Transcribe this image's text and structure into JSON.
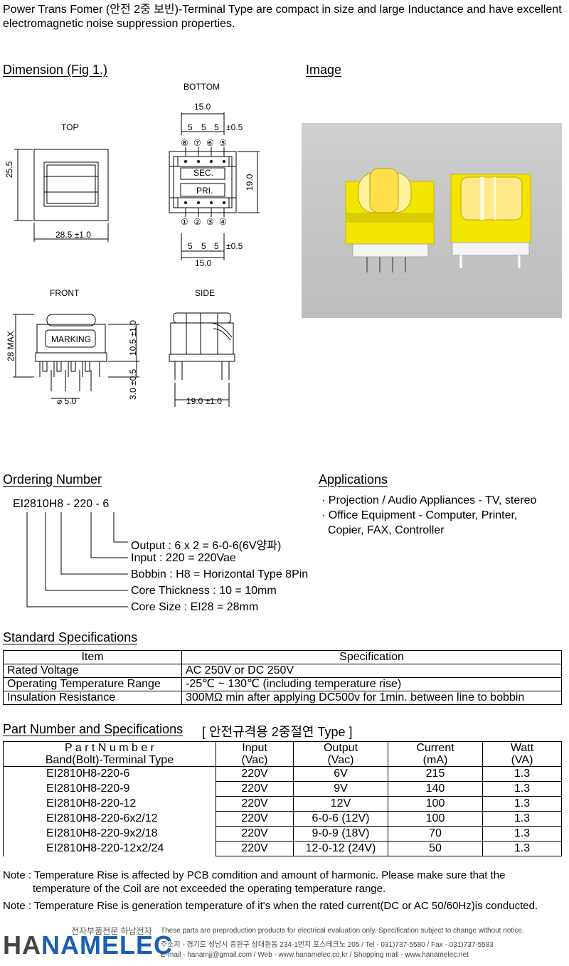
{
  "intro": "Power Trans Fomer (안전 2중 보빈)-Terminal Type are compact in size and large Inductance and have excellent electromagnetic noise suppression properties.",
  "dimension": {
    "title": "Dimension (Fig 1.)",
    "views": {
      "top": "TOP",
      "bottom": "BOTTOM",
      "front": "FRONT",
      "side": "SIDE"
    },
    "top": {
      "height": "25.5",
      "width": "28.5 ±1.0"
    },
    "bottom": {
      "width_top": "15.0",
      "width_bottom": "15.0",
      "height": "19.0",
      "pitch": [
        "5",
        "5",
        "5"
      ],
      "tol": "±0.5",
      "pins_top": [
        "⑧",
        "⑦",
        "⑥",
        "⑤"
      ],
      "pins_bottom": [
        "①",
        "②",
        "③",
        "④"
      ],
      "sec": "SEC.",
      "pri": "PRI."
    },
    "front": {
      "max": "28 MAX",
      "marking": "MARKING",
      "h1": "10.5 ±1.0",
      "h2": "3.0 ±0.5",
      "dia": "⌀ 5.0"
    },
    "side": {
      "width": "19.0 ±1.0"
    }
  },
  "image": {
    "title": "Image"
  },
  "ordering": {
    "title": "Ordering Number",
    "code_parts": [
      "EI28",
      "10",
      "H8",
      " - ",
      "220",
      " - ",
      "6"
    ],
    "lines": [
      "Output : 6 x 2 = 6-0-6(6V양파)",
      "Input : 220 = 220Vae",
      "Bobbin : H8 = Horizontal Type 8Pin",
      "Core Thickness : 10 = 10mm",
      "Core Size : EI28 = 28mm"
    ]
  },
  "applications": {
    "title": "Applications",
    "items": [
      "· Projection / Audio Appliances - TV, stereo",
      "· Office Equipment - Computer, Printer,",
      "  Copier, FAX, Controller"
    ]
  },
  "standard_specs": {
    "title": "Standard Specifications",
    "header": [
      "Item",
      "Specification"
    ],
    "rows": [
      [
        "Rated Voltage",
        "AC 250V or DC 250V"
      ],
      [
        "Operating Temperature Range",
        "-25℃ ~ 130℃ (including temperature rise)"
      ],
      [
        "Insulation Resistance",
        "300MΩ min after applying DC500v for 1min. between line to bobbin"
      ]
    ]
  },
  "part_specs": {
    "title": "Part Number and Specifications",
    "subtitle": "[ 안전규격용 2중절연 Type ]",
    "header": {
      "pn1": "P a r t  N u m b e r",
      "pn2": "Band(Bolt)-Terminal Type",
      "in1": "Input",
      "in2": "(Vac)",
      "out1": "Output",
      "out2": "(Vac)",
      "cur1": "Current",
      "cur2": "(mA)",
      "w1": "Watt",
      "w2": "(VA)"
    },
    "rows": [
      [
        "EI2810H8-220-6",
        "220V",
        "6V",
        "215",
        "1.3"
      ],
      [
        "EI2810H8-220-9",
        "220V",
        "9V",
        "140",
        "1.3"
      ],
      [
        "EI2810H8-220-12",
        "220V",
        "12V",
        "100",
        "1.3"
      ],
      [
        "EI2810H8-220-6x2/12",
        "220V",
        "6-0-6 (12V)",
        "100",
        "1.3"
      ],
      [
        "EI2810H8-220-9x2/18",
        "220V",
        "9-0-9 (18V)",
        "70",
        "1.3"
      ],
      [
        "EI2810H8-220-12x2/24",
        "220V",
        "12-0-12 (24V)",
        "50",
        "1.3"
      ]
    ]
  },
  "notes": [
    "Note : Temperature Rise is affected by PCB comdition and amount of harmonic. Please make sure that the",
    "temperature of the Coil are not exceeded the operating temperature range.",
    "Note : Temperature Rise is generation temperature of it's when the rated current(DC or AC 50/60Hz)is conducted."
  ],
  "footer": {
    "logo_left": "HA",
    "logo_mid": "N",
    "logo_right": "AMELEC",
    "tagline": "전자부품전문 하남전자",
    "disclaimer": "These parts are preproduction products for electrical evaluation only. Specification subject to change without notice.",
    "address": "주소지 - 경기도 성남시 중원구 상대원동 234-1번지 포스테크노 205   /   Tel - 031)737-5580   /   Fax - 031)737-5583",
    "contact": "E-mail - hanamjj@gmail.com   /   Web - www.hanamelec.co.kr   /   Shopping mall - www.hanamelec.net",
    "accent": "#1a5fb4"
  }
}
